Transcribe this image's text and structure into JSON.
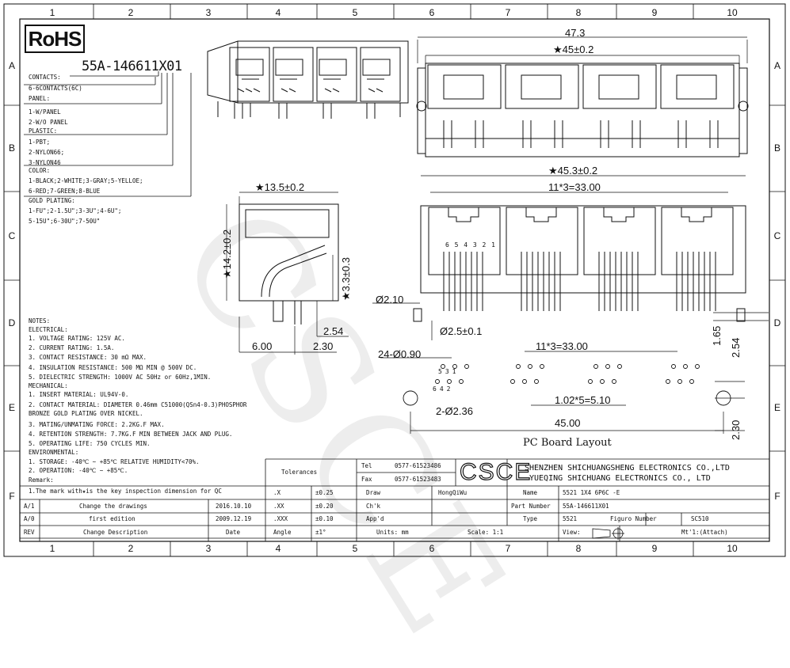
{
  "grid": {
    "columns": [
      "1",
      "2",
      "3",
      "4",
      "5",
      "6",
      "7",
      "8",
      "9",
      "10"
    ],
    "rows": [
      "A",
      "B",
      "C",
      "D",
      "E",
      "F"
    ]
  },
  "rohs": "RoHS",
  "part_code": {
    "prefix": "55A-146611X01",
    "legend": [
      "CONTACTS:",
      "6-6CONTACTS(6C)",
      "PANEL:",
      "1-W/PANEL",
      "2-W/O PANEL",
      "PLASTIC:",
      "1-PBT;",
      "2-NYLON66;",
      "3-NYLON46",
      "COLOR:",
      "1-BLACK;2-WHITE;3-GRAY;5-YELLOE;",
      "6-RED;7-GREEN;8-BLUE",
      "GOLD PLATING:",
      "1-FU\";2-1.5U\";3-3U\";4-6U\";",
      "5-15U\";6-30U\";7-50U\""
    ]
  },
  "notes": [
    "NOTES:",
    "ELECTRICAL:",
    "1. VOLTAGE RATING: 125V AC.",
    "2. CURRENT RATING: 1.5A.",
    "3. CONTACT RESISTANCE: 30 mΩ MAX.",
    "4. INSULATION RESISTANCE: 500 MΩ MIN @ 500V DC.",
    "5. DIELECTRIC STRENGTH: 1000V AC 50Hz or 60Hz,1MIN.",
    "MECHANICAL:",
    "1. INSERT MATERIAL: UL94V-0.",
    "2. CONTACT MATERIAL: DIAMETER 0.46mm C51000(QSn4-0.3)PHOSPHOR",
    "              BRONZE GOLD PLATING OVER NICKEL.",
    "3. MATING/UNMATING FORCE: 2.2KG.F MAX.",
    "4. RETENTION STRENGTH: 7.7KG.F MIN BETWEEN JACK AND PLUG.",
    "5. OPERATING LIFE: 750 CYCLES MIN.",
    "ENVIRONMENTAL:",
    "1. STORAGE: -40℃ ~ +85℃ RELATIVE HUMIDITY<70%.",
    "2. OPERATION: -40℃ ~ +85℃.",
    "Remark:",
    "1.The mark with★is the key inspection dimension for QC"
  ],
  "dimensions": {
    "top_overall": "47.3",
    "top_key": "★45±0.2",
    "side_width": "★13.5±0.2",
    "side_height": "★14.2±0.2",
    "side_pin": "★3.3±0.3",
    "side_254": "2.54",
    "side_600": "6.00",
    "side_230": "2.30",
    "front_overall": "★45.3±0.2",
    "front_pitch": "11*3=33.00",
    "pin_numbers": "6 5 4 3 2 1",
    "hole_210": "Ø2.10",
    "hole_25": "Ø2.5±0.1",
    "right_165": "1.65",
    "right_254": "2.54",
    "pcb_holes": "24-Ø0.90",
    "pcb_pitch": "11*3=33.00",
    "pcb_contact_pitch": "1.02*5=5.10",
    "pcb_mount": "2-Ø2.36",
    "pcb_total": "45.00",
    "pcb_230": "2.30",
    "pin_labels_top": [
      "5",
      "3",
      "1"
    ],
    "pin_labels_bottom": [
      "6",
      "4",
      "2"
    ]
  },
  "pcb_label": "PC Board Layout",
  "watermark": "CSCE",
  "title_block": {
    "revisions": [
      {
        "rev": "A/1",
        "desc": "Change the drawings",
        "date": "2016.10.10"
      },
      {
        "rev": "A/0",
        "desc": "first edition",
        "date": "2009.12.19"
      }
    ],
    "rev_header": {
      "rev": "REV",
      "desc": "Change Description",
      "date": "Date"
    },
    "tolerances_label": "Tolerances",
    "tolerances": [
      {
        "k": ".X",
        "v": "±0.25"
      },
      {
        "k": ".XX",
        "v": "±0.20"
      },
      {
        "k": ".XXX",
        "v": "±0.10"
      },
      {
        "k": "Angle",
        "v": "±1°"
      }
    ],
    "tel_label": "Tel",
    "tel": "0577-61523486",
    "fax_label": "Fax",
    "fax": "0577-61523483",
    "logo": "CSCE",
    "company_en": "SHENZHEN SHICHUANGSHENG ELECTRONICS CO.,LTD",
    "company_en2": "YUEQING SHICHUANG ELECTRONICS CO., LTD",
    "draw_label": "Draw",
    "draw": "HongQiWu",
    "chk_label": "Ch'k",
    "appd_label": "App'd",
    "units": "Units: mm",
    "scale": "Scale: 1:1",
    "view": "View:",
    "name_label": "Name",
    "name": "5521 1X4 6P6C -E",
    "part_label": "Part Number",
    "part": "55A-146611X01",
    "type_label": "Type",
    "type": "5521",
    "figure_label": "Figuro Number",
    "figure": "SC510",
    "attach": "Mt'1:(Attach)"
  }
}
